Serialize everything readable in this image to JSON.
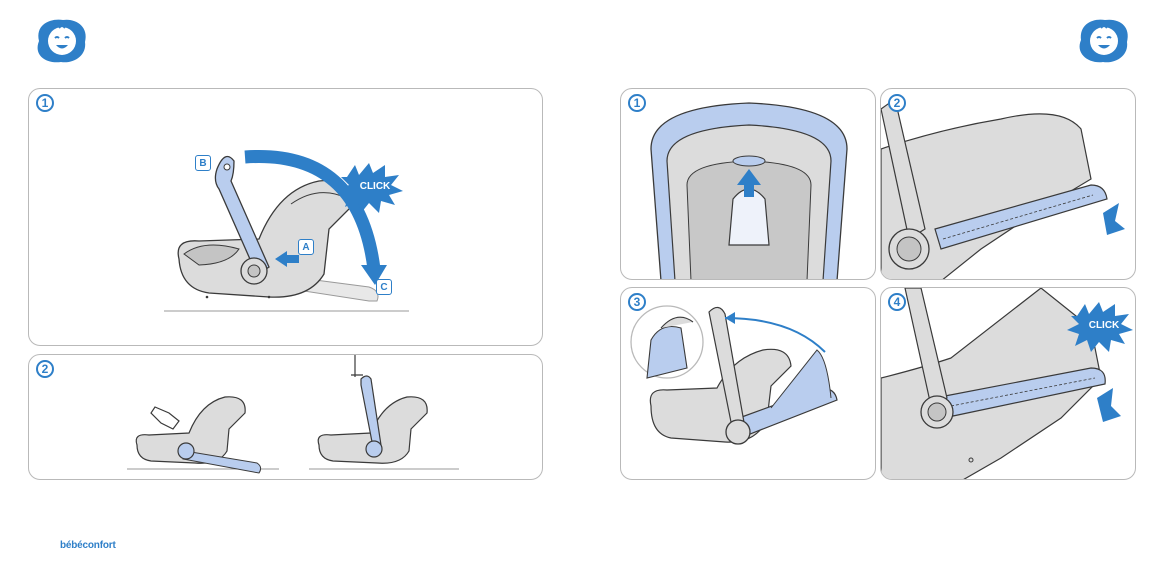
{
  "brand": "bébéconfort",
  "icons": {
    "header": "baby-face-icon",
    "arrow": "arrow-icon",
    "click": "click-burst-icon"
  },
  "colors": {
    "accent": "#2e7fc8",
    "seat": "#dcdcdc",
    "handle": "#b9cdee",
    "outline": "#3a3a3a"
  },
  "left_page": {
    "panel1": {
      "number": "1",
      "tags": {
        "a": "A",
        "b": "B",
        "c": "C"
      },
      "click_label": "CLICK"
    },
    "panel2": {
      "number": "2"
    }
  },
  "right_page": {
    "panel1": {
      "number": "1"
    },
    "panel2": {
      "number": "2"
    },
    "panel3": {
      "number": "3"
    },
    "panel4": {
      "number": "4",
      "click_label": "CLICK"
    }
  }
}
